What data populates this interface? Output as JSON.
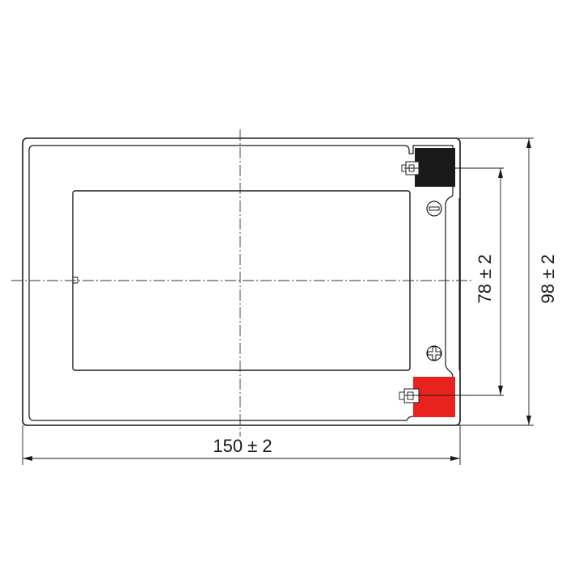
{
  "drawing": {
    "dimensions": {
      "width_label": "150 ± 2",
      "height_label": "98 ± 2",
      "terminal_spacing_label": "78 ± 2"
    },
    "terminals": {
      "negative": {
        "color": "#1a1a1a",
        "symbol": "minus"
      },
      "positive": {
        "color": "#e8231f",
        "symbol": "plus"
      }
    },
    "colors": {
      "line": "#1a1a1a",
      "centerline": "#333333"
    }
  }
}
